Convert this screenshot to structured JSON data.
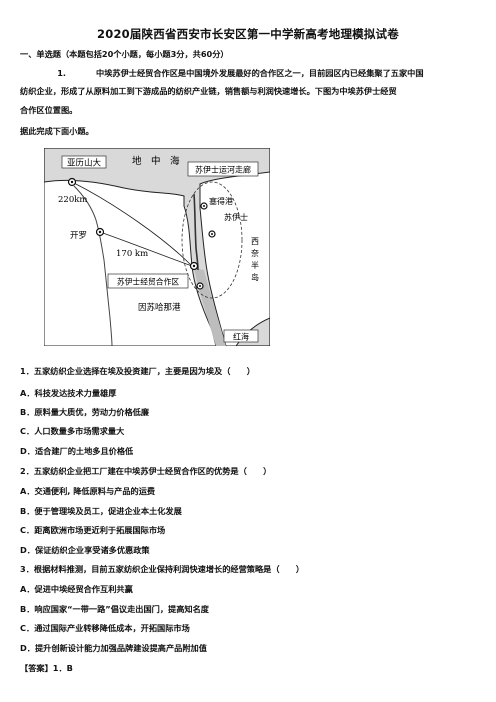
{
  "title": "2020届陕西省西安市长安区第一中学新高考地理模拟试卷",
  "section_heading": "一、单选题（本题包括20个小题，每小题3分，共60分）",
  "intro": {
    "number": "1.",
    "line1": "中埃苏伊士经贸合作区是中国境外发展最好的合作区之一，目前园区内已经集聚了五家中国",
    "line2": "纺织企业，形成了从原料加工到下游成品的纺织产业链，销售额与利润快速增长。下图为中埃苏伊士经贸",
    "line3": "合作区位置图。",
    "line4": "据此完成下面小题。"
  },
  "map": {
    "labels": {
      "alexandria": "亚历山大",
      "mediterranean": "地　中　海",
      "canal": "苏伊士运河走廊",
      "port_said": "塞得港",
      "suez": "苏伊士",
      "sinai": [
        "西",
        "奈",
        "半",
        "岛"
      ],
      "dist_220": "220km",
      "cairo": "开罗",
      "dist_170": "170 km",
      "zone": "苏伊士经贸合作区",
      "port_adabiya": "因苏哈那港",
      "red_sea": "红海"
    }
  },
  "questions": [
    {
      "stem": "1．五家纺织企业选择在埃及投资建厂，主要是因为埃及（　　）",
      "options": [
        "A．科技发达技术力量雄厚",
        "B．原料量大质优，劳动力价格低廉",
        "C．人口数量多市场需求量大",
        "D．适合建厂的土地多且价格低"
      ]
    },
    {
      "stem": "2．五家纺织企业把工厂建在中埃苏伊士经贸合作区的优势是（　　）",
      "options": [
        "A．交通便利, 降低原料与产品的运费",
        "B．便于管理埃及员工，促进企业本土化发展",
        "C．距离欧洲市场更近利于拓展国际市场",
        "D．保证纺织企业享受诸多优惠政策"
      ]
    },
    {
      "stem": "3．根据材料推测，目前五家纺织企业保持利润快速增长的经营策略是（　　）",
      "options": [
        "A．促进中埃经贸合作互利共赢",
        "B．响应国家“一带一路”倡议走出国门，提高知名度",
        "C．通过国际产业转移降低成本，开拓国际市场",
        "D．提升创新设计能力加强品牌建设提高产品附加值"
      ]
    }
  ],
  "answer": {
    "label": "【答案】",
    "text": "1．B"
  }
}
